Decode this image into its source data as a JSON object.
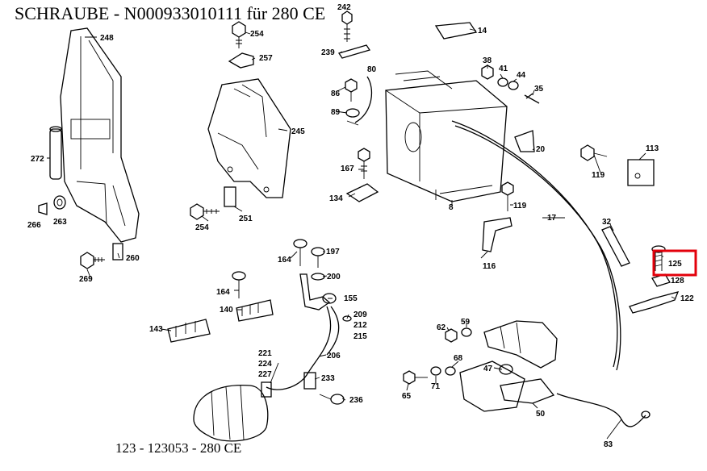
{
  "title": "SCHRAUBE  - N000933010111 für 280 CE",
  "footer": "123 - 123053 - 280 CE",
  "highlight_color": "#e3000b",
  "highlighted_part": "125",
  "labels": {
    "p248": "248",
    "p254a": "254",
    "p242": "242",
    "p257": "257",
    "p239": "239",
    "p14": "14",
    "p80": "80",
    "p38": "38",
    "p41": "41",
    "p44": "44",
    "p35": "35",
    "p86": "86",
    "p89": "89",
    "p245": "245",
    "p272": "272",
    "p266": "266",
    "p263": "263",
    "p167": "167",
    "p20": "20",
    "p113": "113",
    "p119a": "119",
    "p134": "134",
    "p254b": "254",
    "p251": "251",
    "p8": "8",
    "p119b": "119",
    "p17": "17",
    "p32": "32",
    "p260": "260",
    "p269": "269",
    "p164a": "164",
    "p197": "197",
    "p116": "116",
    "p125": "125",
    "p128": "128",
    "p200": "200",
    "p164b": "164",
    "p155": "155",
    "p122": "122",
    "p140": "140",
    "p209": "209",
    "p212": "212",
    "p215": "215",
    "p143": "143",
    "p62": "62",
    "p59": "59",
    "p221": "221",
    "p224": "224",
    "p227": "227",
    "p206": "206",
    "p68": "68",
    "p47": "47",
    "p233": "233",
    "p65": "65",
    "p71": "71",
    "p236": "236",
    "p50": "50",
    "p83": "83"
  }
}
